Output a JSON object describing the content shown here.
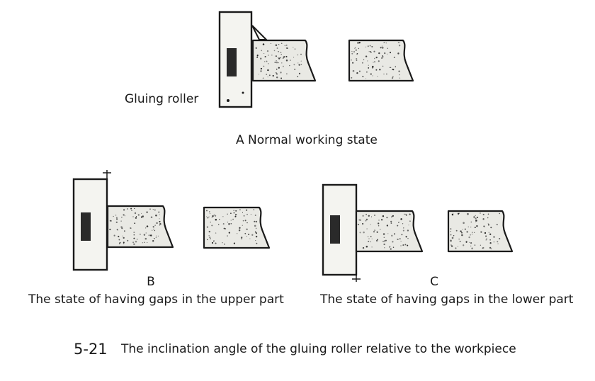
{
  "labels": {
    "roller_label": "Gluing roller",
    "state_a": "A Normal working state",
    "letter_b": "B",
    "state_b": "The state of having gaps in the upper part",
    "letter_c": "C",
    "state_c": "The state of having gaps in the lower part"
  },
  "caption": {
    "number": "5-21",
    "text": "The inclination angle of the gluing roller relative to the workpiece"
  },
  "colors": {
    "ink": "#1a1a1a",
    "roller_face": "#f4f4f0",
    "workpiece_fill": "#e9e9e4",
    "roller_slot": "#2a2a2a"
  }
}
